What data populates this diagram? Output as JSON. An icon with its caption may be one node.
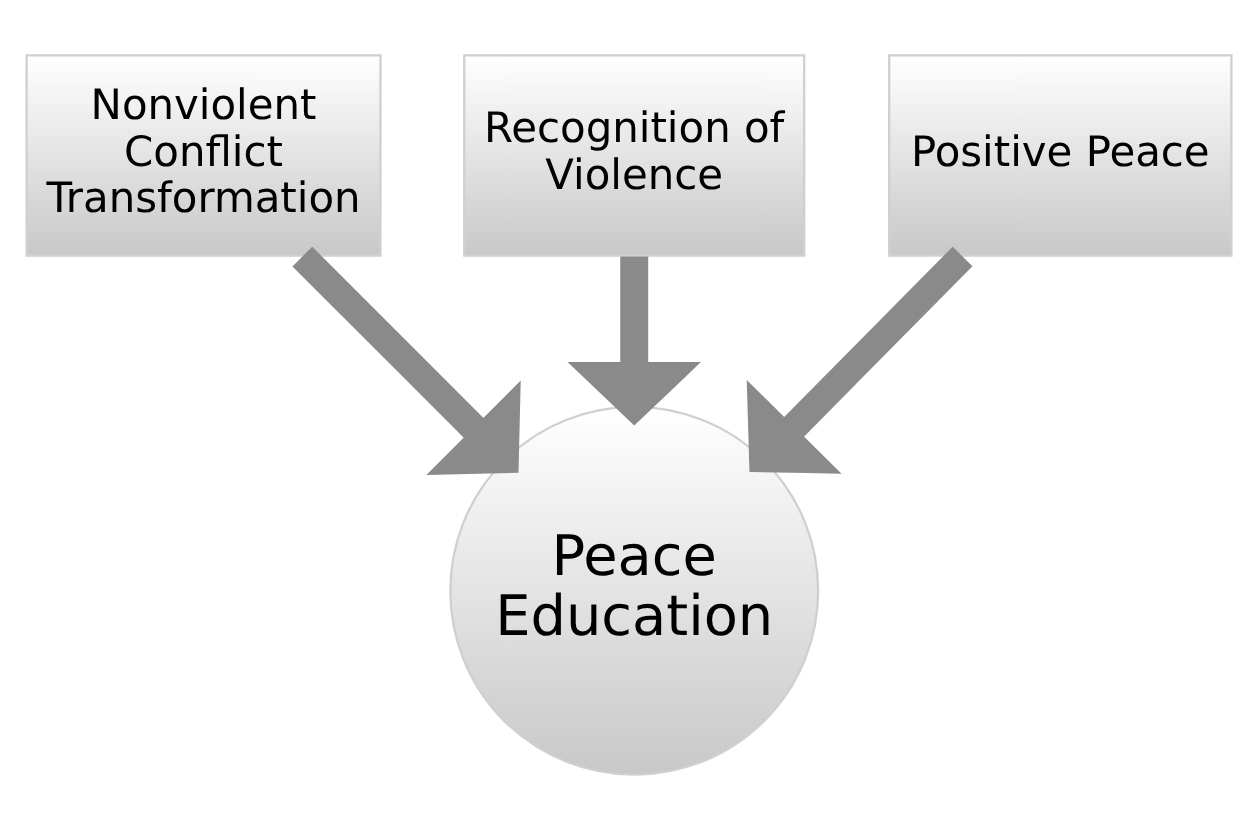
{
  "diagram": {
    "nodes": [
      {
        "text": [
          "Recognition of Violence"
        ]
      },
      {
        "text": [
          "Nonviolent Conflict Transformation"
        ]
      },
      {
        "text": [
          "Positive Peace"
        ]
      },
      {
        "text": [
          "Peace Education"
        ]
      }
    ],
    "edges": [
      {
        "from": 0,
        "to": 3,
        "arrow": "to"
      },
      {
        "from": 1,
        "to": 3,
        "arrow": "to"
      },
      {
        "from": 2,
        "to": 3,
        "arrow": "to"
      }
    ]
  }
}
